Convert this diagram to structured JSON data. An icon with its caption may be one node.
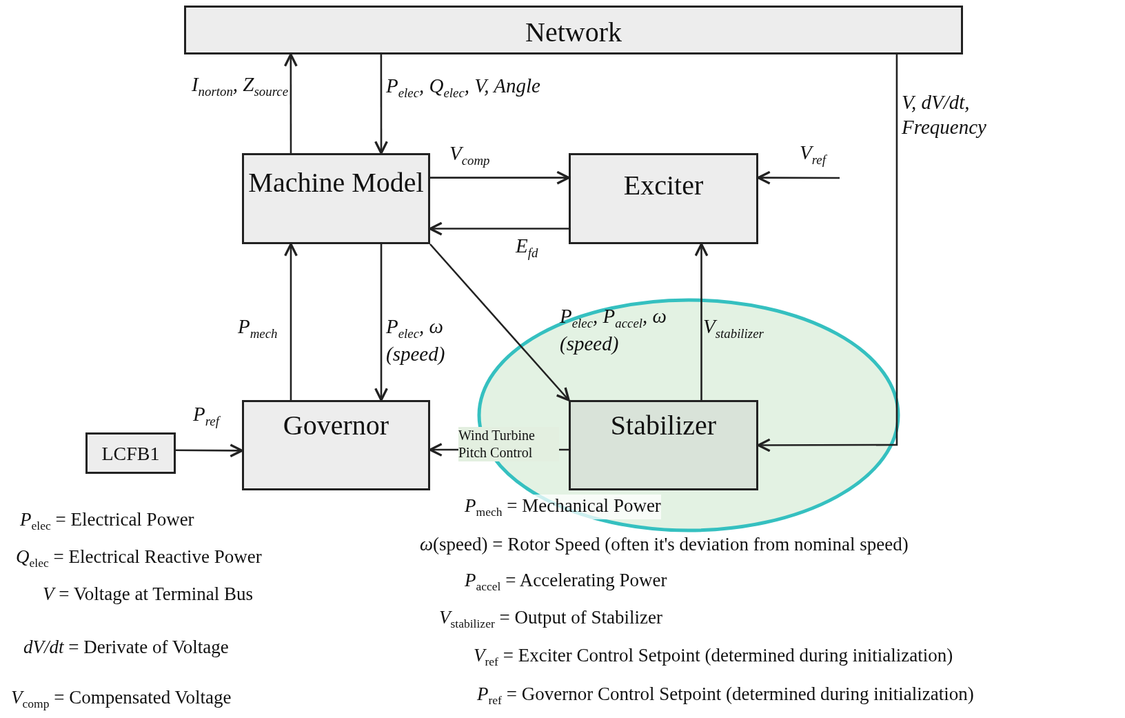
{
  "diagram": {
    "nodes": [
      {
        "text": [
          "Network"
        ]
      },
      {
        "text": [
          "Machine Model"
        ]
      },
      {
        "text": [
          "Exciter"
        ]
      },
      {
        "text": [
          "Governor"
        ]
      },
      {
        "text": [
          "Stabilizer"
        ]
      },
      {
        "text": [
          "LCFB1"
        ]
      }
    ],
    "edges": [
      {
        "from": 1,
        "to": 0,
        "arrow": "to",
        "label": "I$_{norton}$, Z$_{source}$"
      },
      {
        "from": 0,
        "to": 1,
        "arrow": "to",
        "label": "P$_{elec}$, Q$_{elec}$, V, Angle"
      },
      {
        "from": 1,
        "to": 2,
        "arrow": "to",
        "label": "V$_{comp}$"
      },
      {
        "from": 2,
        "to": 1,
        "arrow": "to",
        "label": "E$_{fd}$"
      },
      {
        "from": 3,
        "to": 1,
        "arrow": "to",
        "label": "P$_{mech}$"
      },
      {
        "from": 1,
        "to": 3,
        "arrow": "to",
        "label": "P$_{elec}$, ω (speed)"
      },
      {
        "from": 1,
        "to": 4,
        "arrow": "to",
        "label": "P$_{elec}$, P$_{accel}$, ω (speed)"
      },
      {
        "from": 4,
        "to": 2,
        "arrow": "to",
        "label": "V$_{stabilizer}$"
      },
      {
        "from": null,
        "to": 2,
        "arrow": "to",
        "label": "V$_{ref}$"
      },
      {
        "from": 0,
        "to": 4,
        "arrow": "to",
        "label": "V, dV/dt, Frequency"
      },
      {
        "from": 4,
        "to": 3,
        "arrow": "to",
        "label": "Wind Turbine Pitch Control"
      },
      {
        "from": 5,
        "to": 3,
        "arrow": "to",
        "label": "P$_{ref}$"
      }
    ],
    "labels": [
      "*P*$_{elec}$ = Electrical Power",
      "*Q*$_{elec}$ = Electrical Reactive Power",
      "*V* = Voltage at Terminal Bus",
      "*dV/dt* = Derivate of Voltage",
      "*V*$_{comp}$ = Compensated Voltage",
      "*P*$_{mech}$ = Mechanical Power",
      "*ω*(speed) = Rotor Speed (often it's deviation from nominal speed)",
      "*P*$_{accel}$ = Accelerating Power",
      "*V*$_{stabilizer}$ = Output of Stabilizer",
      "*V*$_{ref}$ = Exciter Control Setpoint (determined during initialization)",
      "*P*$_{ref}$ = Governor Control Setpoint (determined during initialization)"
    ]
  }
}
